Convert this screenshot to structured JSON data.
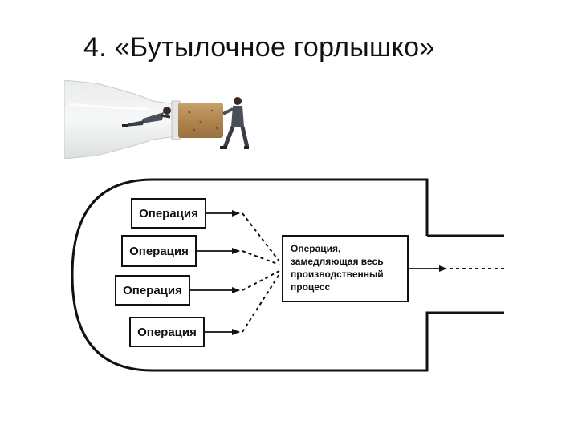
{
  "title": "4. «Бутылочное горлышко»",
  "photo": {
    "icon": "bottle-cork-businessmen-photo"
  },
  "diagram": {
    "operations": [
      {
        "label": "Операция"
      },
      {
        "label": "Операция"
      },
      {
        "label": "Операция"
      },
      {
        "label": "Операция"
      }
    ],
    "bottleneck": {
      "lines": [
        "Операция,",
        "замедляющая весь",
        "производственный",
        "процесс"
      ]
    }
  }
}
